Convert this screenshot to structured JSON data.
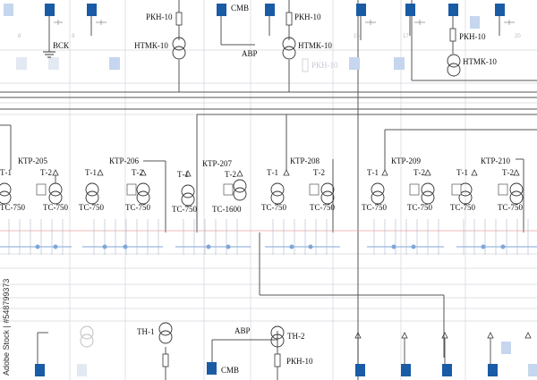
{
  "top_labels": {
    "rkn_left": "РКН-10",
    "smv_top": "СМВ",
    "rkn_mid": "РКН-10",
    "vsk": "ВСК",
    "ntmk_left": "НТМК-10",
    "ntmk_mid": "НТМК-10",
    "avr_top": "АВР",
    "rkn_faint": "РКН-10",
    "rkn_right": "РКН-10",
    "ntmk_right": "НТМК-10"
  },
  "ktp_groups": [
    {
      "name": "КТР-205",
      "t1": "Т-1",
      "t2": "Т-2",
      "tc1": "ТС-750",
      "tc2": "ТС-750"
    },
    {
      "name": "КТР-206",
      "t1": "Т-1",
      "t2": "Т-2",
      "tc1": "ТС-750",
      "tc2": "ТС-750"
    },
    {
      "name": "КТР-207",
      "t1": "Т-1",
      "t2": "Т-2",
      "tc1": "ТС-750",
      "tc2": "ТС-1600"
    },
    {
      "name": "КТР-208",
      "t1": "Т-1",
      "t2": "Т-2",
      "tc1": "ТС-750",
      "tc2": "ТС-750"
    },
    {
      "name": "КТР-209",
      "t1": "Т-1",
      "t2": "Т-2",
      "tc1": "ТС-750",
      "tc2": "ТС-750"
    },
    {
      "name": "КТР-210",
      "t1": "Т-1",
      "t2": "Т-2",
      "tc1": "ТС-750",
      "tc2": "ТС-750"
    }
  ],
  "bottom_labels": {
    "th1": "ТН-1",
    "avr": "АВР",
    "th2": "ТН-2",
    "smv": "СМВ",
    "rkn": "РКН-10"
  },
  "watermark": "Adobe Stock | #548799373",
  "colors": {
    "breaker_fill": "#1a5ba6",
    "breaker_faint": "#c5d6ee",
    "line_dark": "#555555",
    "line_faint": "#c9ccd6",
    "bus_blue": "#7fa6d8",
    "bus_red": "#e6a0a0"
  }
}
